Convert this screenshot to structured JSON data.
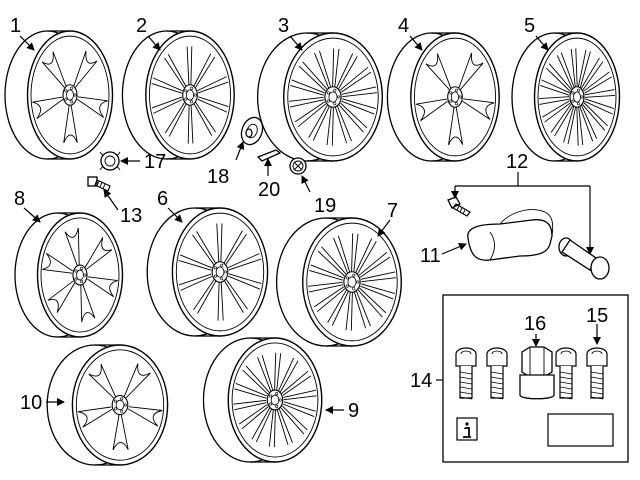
{
  "callouts": {
    "c1": "1",
    "c2": "2",
    "c3": "3",
    "c4": "4",
    "c5": "5",
    "c6": "6",
    "c7": "7",
    "c8": "8",
    "c9": "9",
    "c10": "10",
    "c11": "11",
    "c12": "12",
    "c13": "13",
    "c14": "14",
    "c15": "15",
    "c16": "16",
    "c17": "17",
    "c18": "18",
    "c19": "19",
    "c20": "20"
  },
  "icons": {
    "info": "info-icon",
    "wheel": "alloy-wheel-icon"
  }
}
